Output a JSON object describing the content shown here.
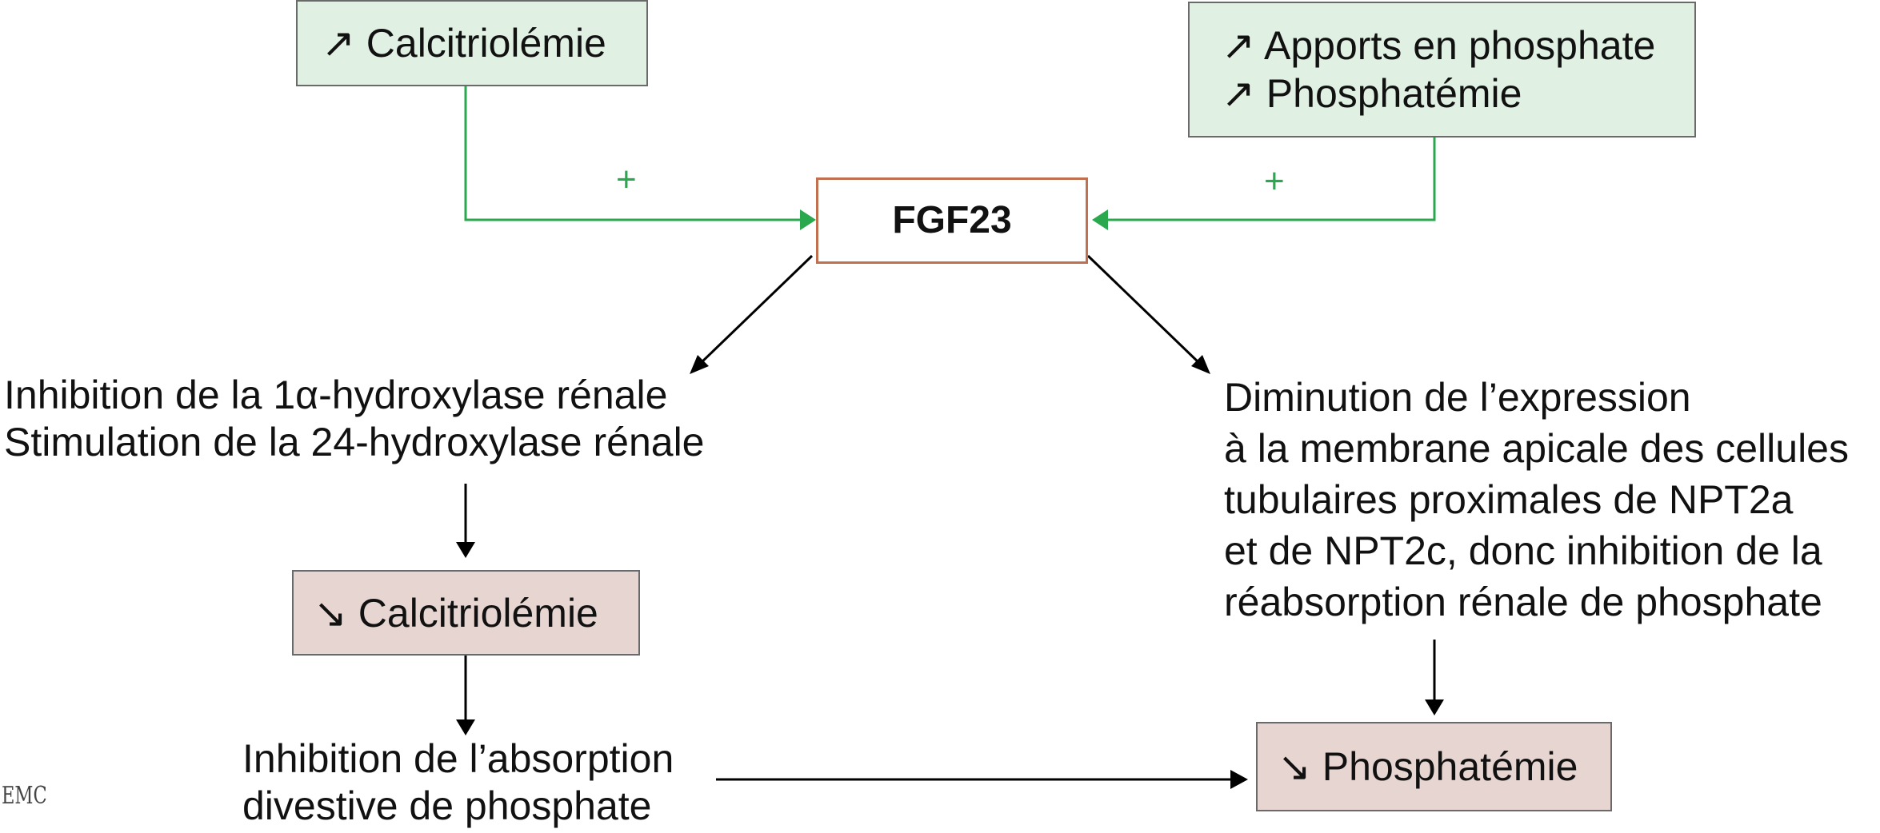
{
  "boxes": {
    "calcitriol_up": "↗ Calcitriolémie",
    "phosphate_intake_up": "↗ Apports en phosphate",
    "phosphatemia_up": "↗ Phosphatémie",
    "fgf23": "FGF23",
    "calcitriol_down": "↘ Calcitriolémie",
    "phosphatemia_down": "↘ Phosphatémie"
  },
  "signs": {
    "left_plus": "+",
    "right_plus": "+"
  },
  "left_text": [
    "Inhibition de la 1α-hydroxylase rénale",
    "Stimulation de la 24-hydroxylase rénale"
  ],
  "right_text": [
    "Diminution de l’expression",
    "à la membrane apicale des cellules",
    "tubulaires proximales de NPT2a",
    "et de NPT2c, donc inhibition de la",
    "réabsorption rénale de phosphate"
  ],
  "bottom_text": [
    "Inhibition de l’absorption",
    "divestive de phosphate"
  ],
  "logo": "EMC",
  "colors": {
    "green_arrow": "#2aa84e",
    "black_arrow": "#000000",
    "fgf_border": "#c0704e"
  }
}
